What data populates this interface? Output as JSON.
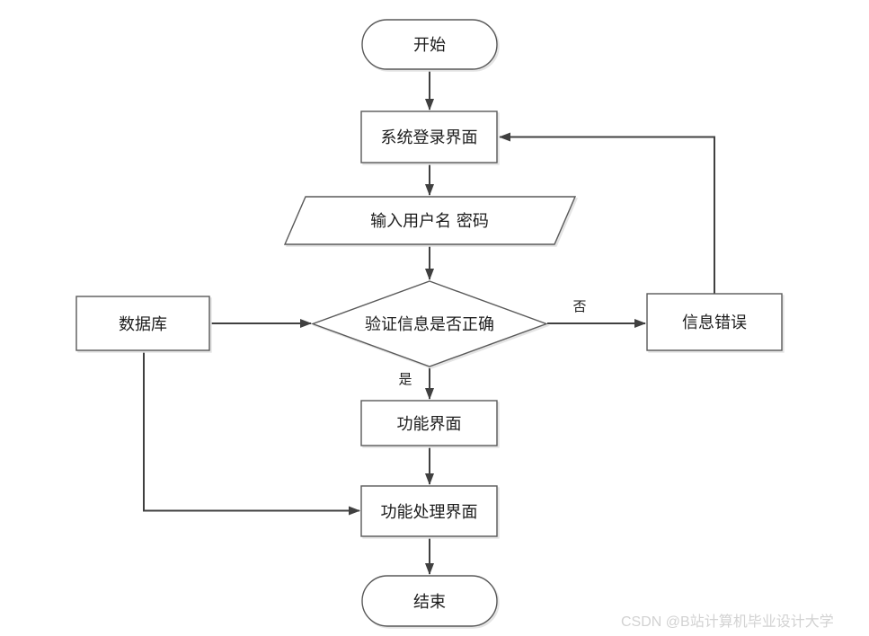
{
  "diagram": {
    "nodes": {
      "start": {
        "label": "开始",
        "type": "terminator"
      },
      "login": {
        "label": "系统登录界面",
        "type": "process"
      },
      "input": {
        "label": "输入用户名 密码",
        "type": "io"
      },
      "verify": {
        "label": "验证信息是否正确",
        "type": "decision"
      },
      "database": {
        "label": "数据库",
        "type": "process"
      },
      "error": {
        "label": "信息错误",
        "type": "process"
      },
      "function": {
        "label": "功能界面",
        "type": "process"
      },
      "handle": {
        "label": "功能处理界面",
        "type": "process"
      },
      "end": {
        "label": "结束",
        "type": "terminator"
      }
    },
    "edge_labels": {
      "no": "否",
      "yes": "是"
    },
    "colors": {
      "line": "#404040",
      "border": "#595959",
      "text": "#1c1c1c",
      "shadow": "#e4e4e4",
      "watermark": "#d2d2d2",
      "background": "#ffffff"
    }
  },
  "watermark": {
    "text": "CSDN @B站计算机毕业设计大学"
  }
}
